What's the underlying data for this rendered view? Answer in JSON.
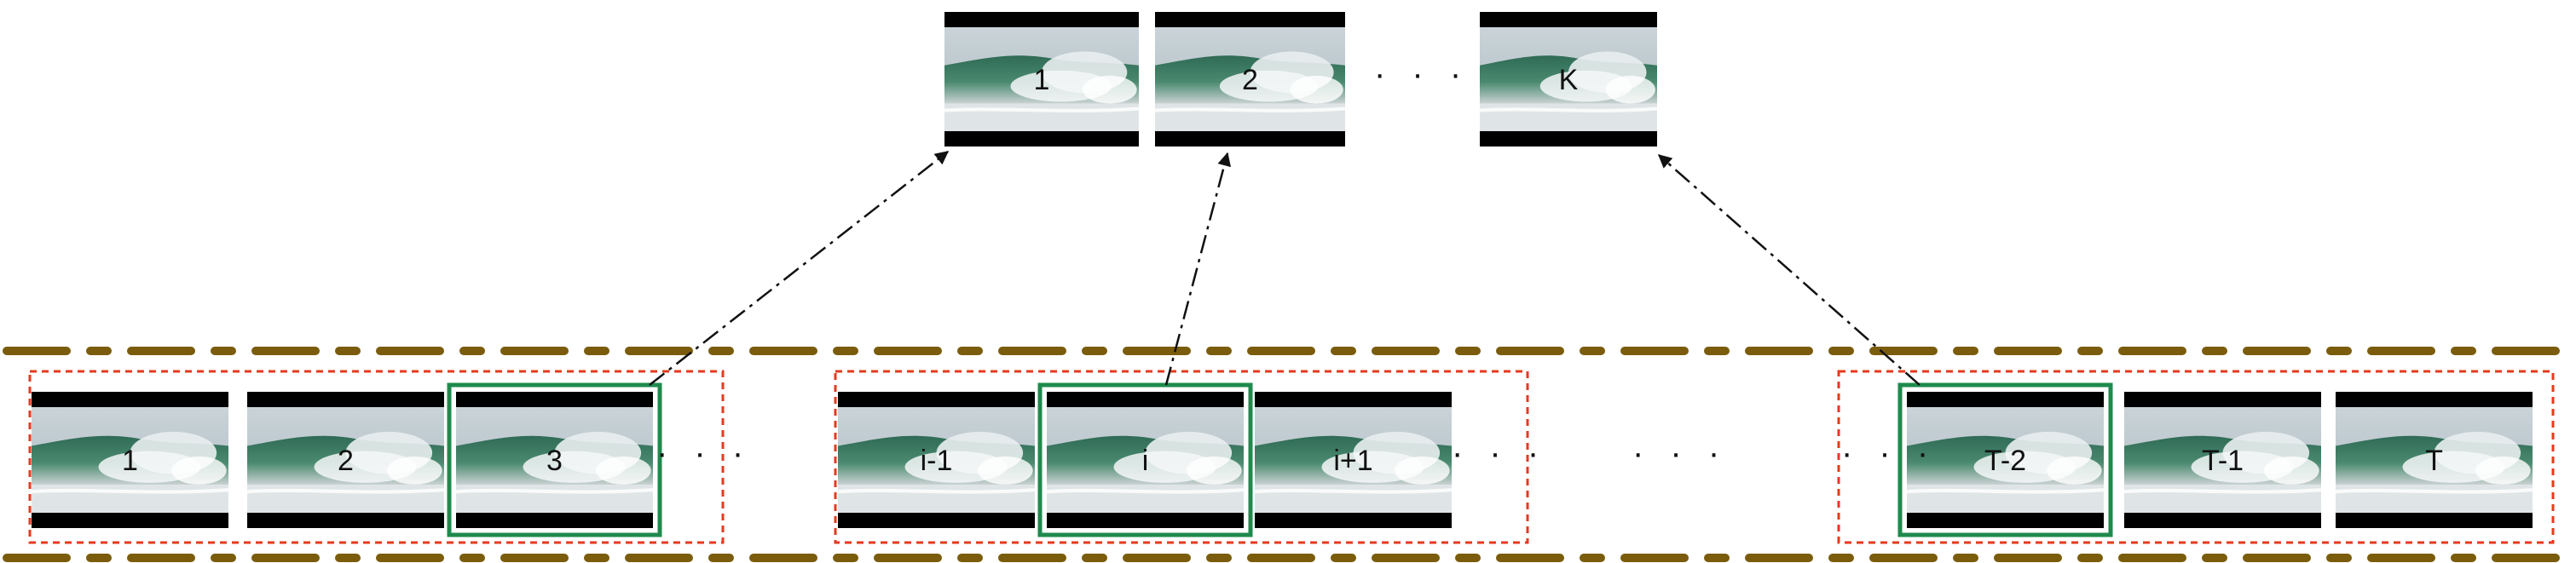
{
  "summary_frames": [
    {
      "label": "1"
    },
    {
      "label": "2"
    },
    {
      "label": "K"
    }
  ],
  "summary_gap_text": "· · ·",
  "segments": [
    {
      "frames": [
        {
          "label": "1"
        },
        {
          "label": "2"
        },
        {
          "label": "3",
          "selected": true
        }
      ],
      "trailing_text": "· · ·"
    },
    {
      "frames": [
        {
          "label": "i-1"
        },
        {
          "label": "i",
          "selected": true
        },
        {
          "label": "i+1"
        }
      ],
      "trailing_text": "· · ·"
    },
    {
      "frames": [
        {
          "label": "T-2",
          "selected": true
        },
        {
          "label": "T-1"
        },
        {
          "label": "T"
        }
      ],
      "leading_text": "· · ·"
    }
  ],
  "between_segments_text": "· · ·",
  "colors": {
    "film_border": "#7a5c0c",
    "segment_box": "#e53a1e",
    "selected_box": "#1e8a4c",
    "arrow": "#111111",
    "letterbox": "#000000"
  }
}
